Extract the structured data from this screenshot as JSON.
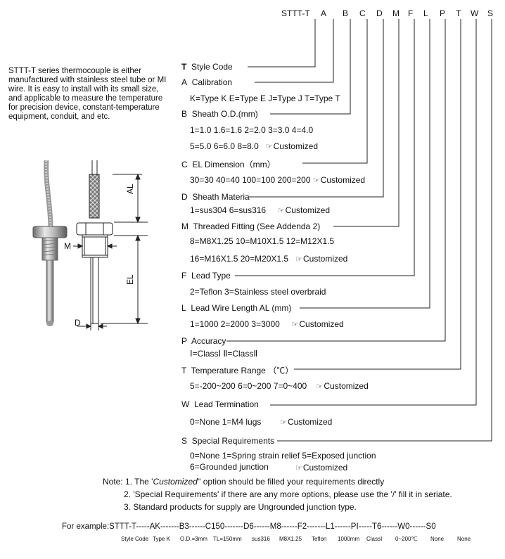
{
  "code_header": {
    "prefix": "STTT-T",
    "letters": [
      "A",
      "B",
      "C",
      "D",
      "M",
      "F",
      "L",
      "P",
      "T",
      "W",
      "S"
    ]
  },
  "description": "STTT-T series thermocouple is either manufactured with stainless steel tube or MI wire. It is easy to install with its small size, and applicable to measure the temperature for precision device, constant-temperature equipment, conduit, and etc.",
  "customized_label": "Customized",
  "drawing_labels": {
    "al": "AL",
    "m": "M",
    "el": "EL",
    "d": "D"
  },
  "sections": {
    "t": {
      "letter": "T",
      "title": "Style Code"
    },
    "a": {
      "letter": "A",
      "title": "Calibration",
      "line1": "K=Type K  E=Type E  J=Type J  T=Type T"
    },
    "b": {
      "letter": "B",
      "title": "Sheath O.D.(mm)",
      "line1": "1=1.0  1.6=1.6  2=2.0  3=3.0  4=4.0",
      "line2": "5=5.0  6=6.0     8=8.0"
    },
    "c": {
      "letter": "C",
      "title": "EL Dimension（mm）",
      "line1": "30=30    40=40    100=100  200=200"
    },
    "d": {
      "letter": "D",
      "title": "Sheath Materia",
      "line1": "1=sus304       6=sus316"
    },
    "m": {
      "letter": "M",
      "title": "Threaded Fitting (See Addenda 2)",
      "line1": "8=M8X1.25    10=M10X1.5    12=M12X1.5",
      "line2": "16=M16X1.5  20=M20X1.5"
    },
    "f": {
      "letter": "F",
      "title": "Lead Type",
      "line1": "2=Teflon      3=Stainless steel  overbraid"
    },
    "l": {
      "letter": "L",
      "title": "Lead Wire Length AL (mm)",
      "line1": "1=1000  2=2000  3=3000"
    },
    "p": {
      "letter": "P",
      "title": "Accuracy",
      "line1": "Ⅰ=ClassⅠ    Ⅱ=ClassⅡ"
    },
    "tr": {
      "letter": "T",
      "title": "Temperature Range （℃）",
      "line1": "5=-200~200  6=0~200  7=0~400"
    },
    "w": {
      "letter": "W",
      "title": "Lead Termination",
      "line1": "0=None     1=M4 lugs"
    },
    "s": {
      "letter": "S",
      "title": "Special Requirements",
      "line1": "0=None     1=Spring strain relief   5=Exposed junction",
      "line2": "6=Grounded junction"
    }
  },
  "notes": {
    "n1_pre": "Note: 1. The '",
    "n1_em": "Customized",
    "n1_post": "'' option should be filled your requirements directly",
    "n2": "2. 'Special Requirements' if there are any more options, please use the '/' fill it in seriate.",
    "n3": "3. Standard products for supply are Ungrounded junction type."
  },
  "example": {
    "text": "For example:STTT-T-----AK-------B3------C150-------D6------M8------F2-------L1------PⅠ-----T6------W0------S0",
    "sublabels": [
      "Style Code",
      "Type K",
      "O.D.=3mm",
      "TL=150mm",
      "sus316",
      "M8X1.25",
      "Teflon",
      "1000mm",
      "ClassⅠ",
      "0~200℃",
      "None",
      "None"
    ]
  }
}
